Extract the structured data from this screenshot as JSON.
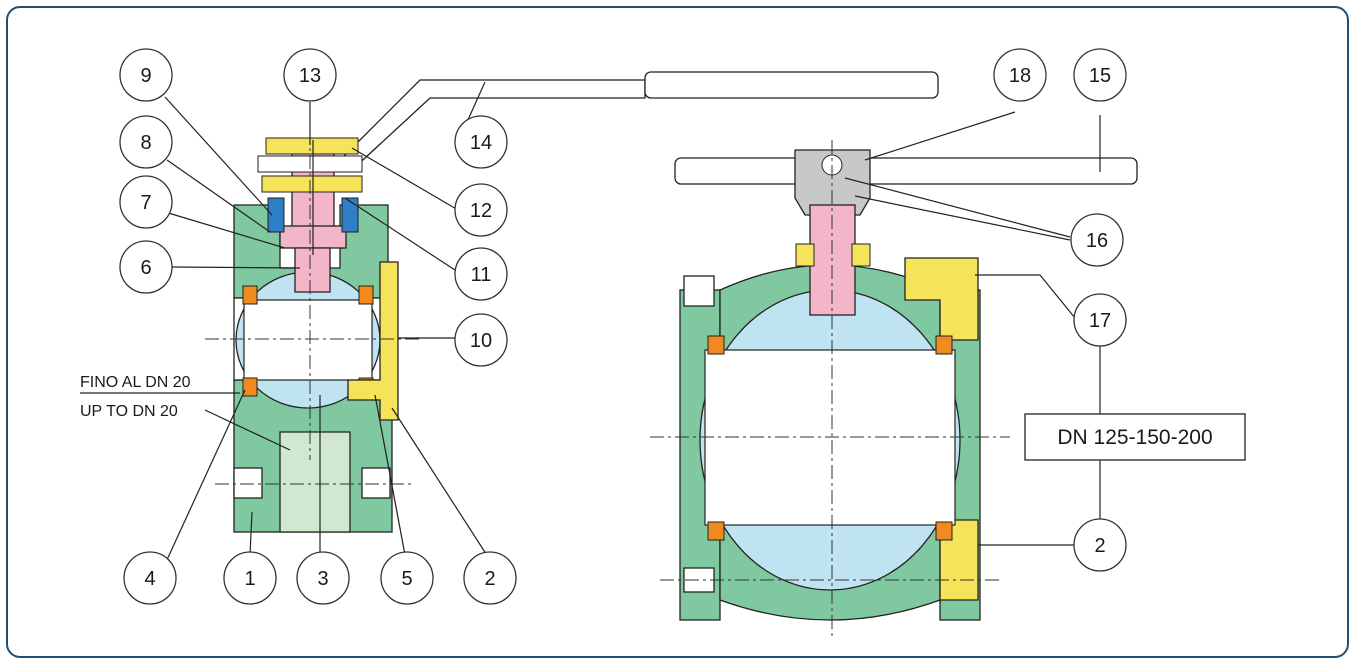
{
  "callouts": {
    "c1": "1",
    "c2": "2",
    "c3": "3",
    "c4": "4",
    "c5": "5",
    "c6": "6",
    "c7": "7",
    "c8": "8",
    "c9": "9",
    "c10": "10",
    "c11": "11",
    "c12": "12",
    "c13": "13",
    "c14": "14",
    "c15": "15",
    "c16": "16",
    "c17": "17",
    "c18": "18",
    "c2b": "2"
  },
  "notes": {
    "fino_al": "FINO AL DN 20",
    "up_to": "UP TO DN 20"
  },
  "size_box": "DN 125-150-200",
  "colors": {
    "body_green": "#7fc8a0",
    "ball_blue": "#bfe3f1",
    "seat_orange": "#f08a1e",
    "stem_pink": "#f2b6c8",
    "nut_yellow": "#f5e35a",
    "packing_blue": "#2f7fc8",
    "insert_light_green": "#cfe8cf",
    "handle_grey": "#c8c8c8"
  }
}
